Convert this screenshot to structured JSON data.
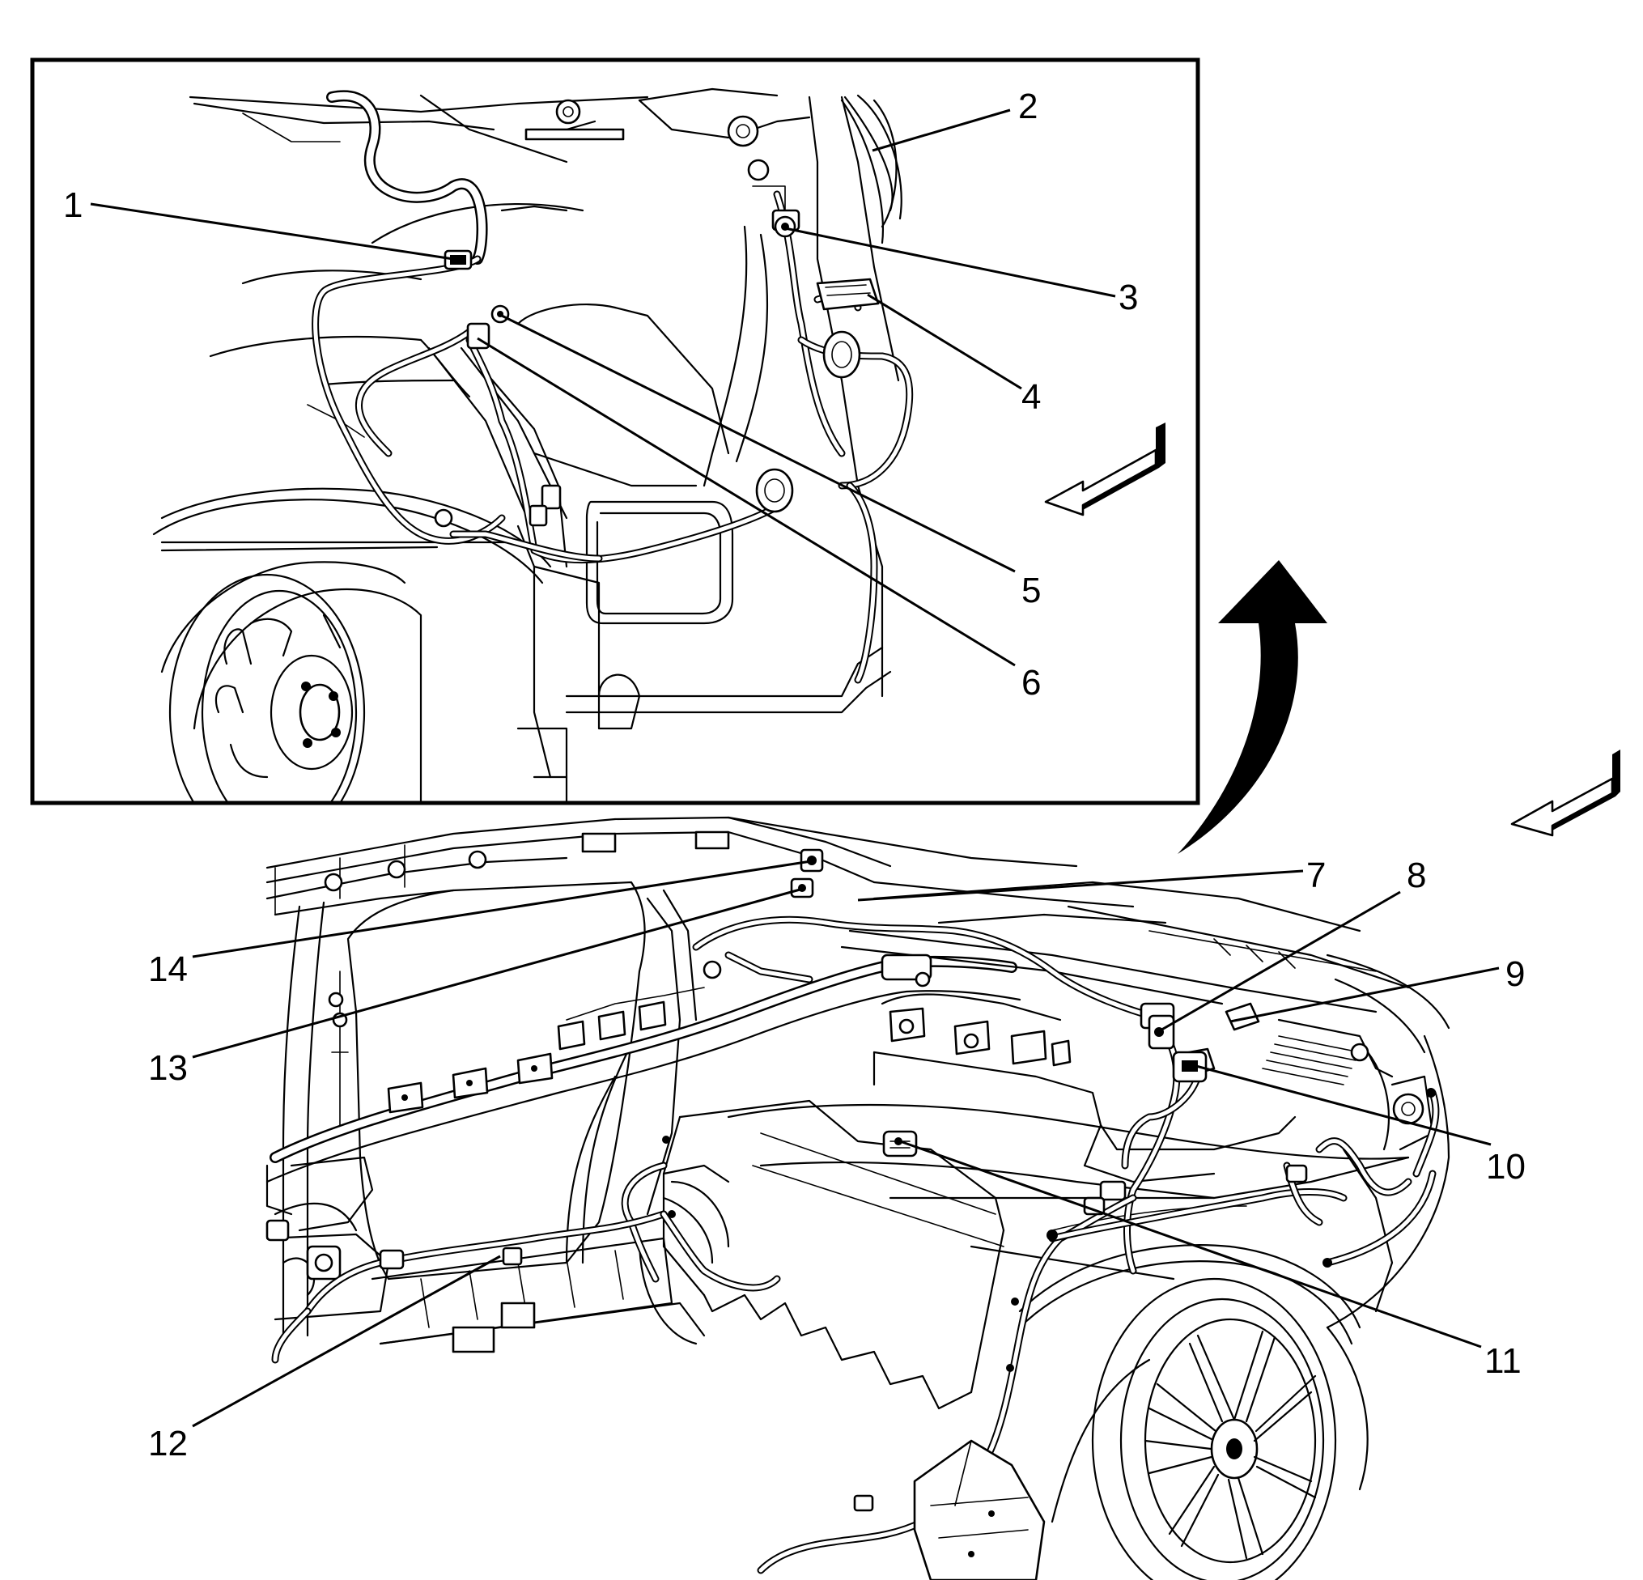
{
  "callouts": [
    {
      "id": "1",
      "label": "1"
    },
    {
      "id": "2",
      "label": "2"
    },
    {
      "id": "3",
      "label": "3"
    },
    {
      "id": "4",
      "label": "4"
    },
    {
      "id": "5",
      "label": "5"
    },
    {
      "id": "6",
      "label": "6"
    },
    {
      "id": "7",
      "label": "7"
    },
    {
      "id": "8",
      "label": "8"
    },
    {
      "id": "9",
      "label": "9"
    },
    {
      "id": "10",
      "label": "10"
    },
    {
      "id": "11",
      "label": "11"
    },
    {
      "id": "12",
      "label": "12"
    },
    {
      "id": "13",
      "label": "13"
    },
    {
      "id": "14",
      "label": "14"
    }
  ],
  "icons": {
    "forward_arrow_inset": "direction-arrow-icon",
    "forward_arrow_main": "direction-arrow-icon",
    "zoom_arrow": "curved-arrow-icon"
  },
  "colors": {
    "line": "#000000",
    "background": "#ffffff"
  }
}
